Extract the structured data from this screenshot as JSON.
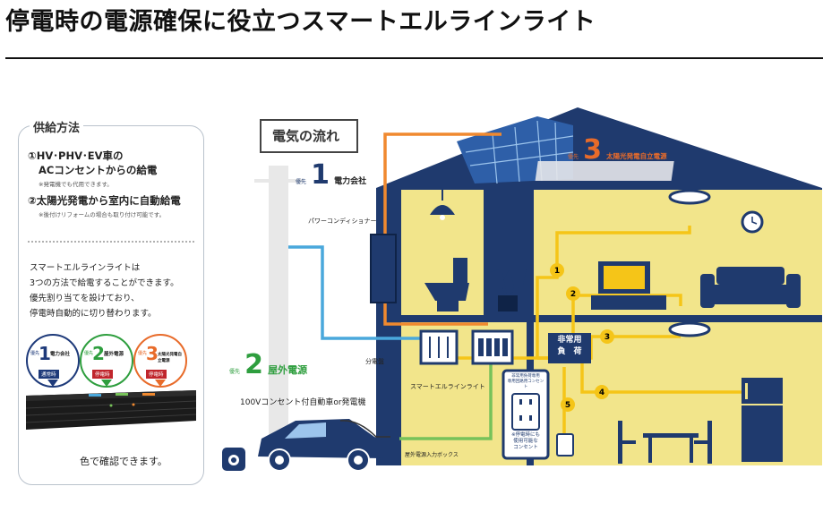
{
  "title": "停電時の電源確保に役立つスマートエルラインライト",
  "panel": {
    "heading": "供給方法",
    "method1_line1": "①HV･PHV･EV車の",
    "method1_line2": "ACコンセントからの給電",
    "method1_note": "※発電機でも代用できます。",
    "method2_line1": "②太陽光発電から室内に自動給電",
    "method2_note": "※後付けリフォームの場合も取り付け可能です。",
    "para": [
      "スマートエルラインライトは",
      "3つの方法で給電することができます。",
      "優先割り当てを設けており、",
      "停電時自動的に切り替わります。"
    ],
    "bubbles": [
      {
        "prefix": "優先",
        "num": "1",
        "label": "電力会社",
        "tag": "通常時",
        "color": "#1e3a7a"
      },
      {
        "prefix": "優先",
        "num": "2",
        "label": "屋外電源",
        "tag": "停電時",
        "color": "#2e9e3e"
      },
      {
        "prefix": "優先",
        "num": "3",
        "label": "太陽光発電自立電源",
        "tag": "停電時",
        "color": "#e86b2a"
      }
    ],
    "confirm": "色で確認できます。"
  },
  "diagram": {
    "flow_title": "電気の流れ",
    "p1_prefix": "優先",
    "p1_num": "1",
    "p1_label": "電力会社",
    "p2_prefix": "優先",
    "p2_num": "2",
    "p2_label": "屋外電源",
    "p2_sub": "100Vコンセント付自動車or発電機",
    "p3_prefix": "優先",
    "p3_num": "3",
    "p3_label": "太陽光発電自立電源",
    "power_conditioner": "パワーコンディショナー",
    "breaker": "分電盤",
    "smart_light": "スマートエルラインライト",
    "emergency_load_1": "非常用",
    "emergency_load_2": "負　荷",
    "outlet_title_1": "非常用負荷専用",
    "outlet_title_2": "専用回路用コンセント",
    "outlet_note_1": "※停電時にも",
    "outlet_note_2": "使用可能な",
    "outlet_note_3": "コンセント",
    "outdoor_box": "屋外電源入力ボックス",
    "circuits": [
      "1",
      "2",
      "3",
      "4",
      "5"
    ]
  },
  "colors": {
    "navy": "#1f3a6e",
    "house_bg": "#f2e58b",
    "blue_line": "#4aa8dc",
    "green_line": "#77c25a",
    "orange_line": "#f0892f",
    "yellow_line": "#f5c518"
  }
}
